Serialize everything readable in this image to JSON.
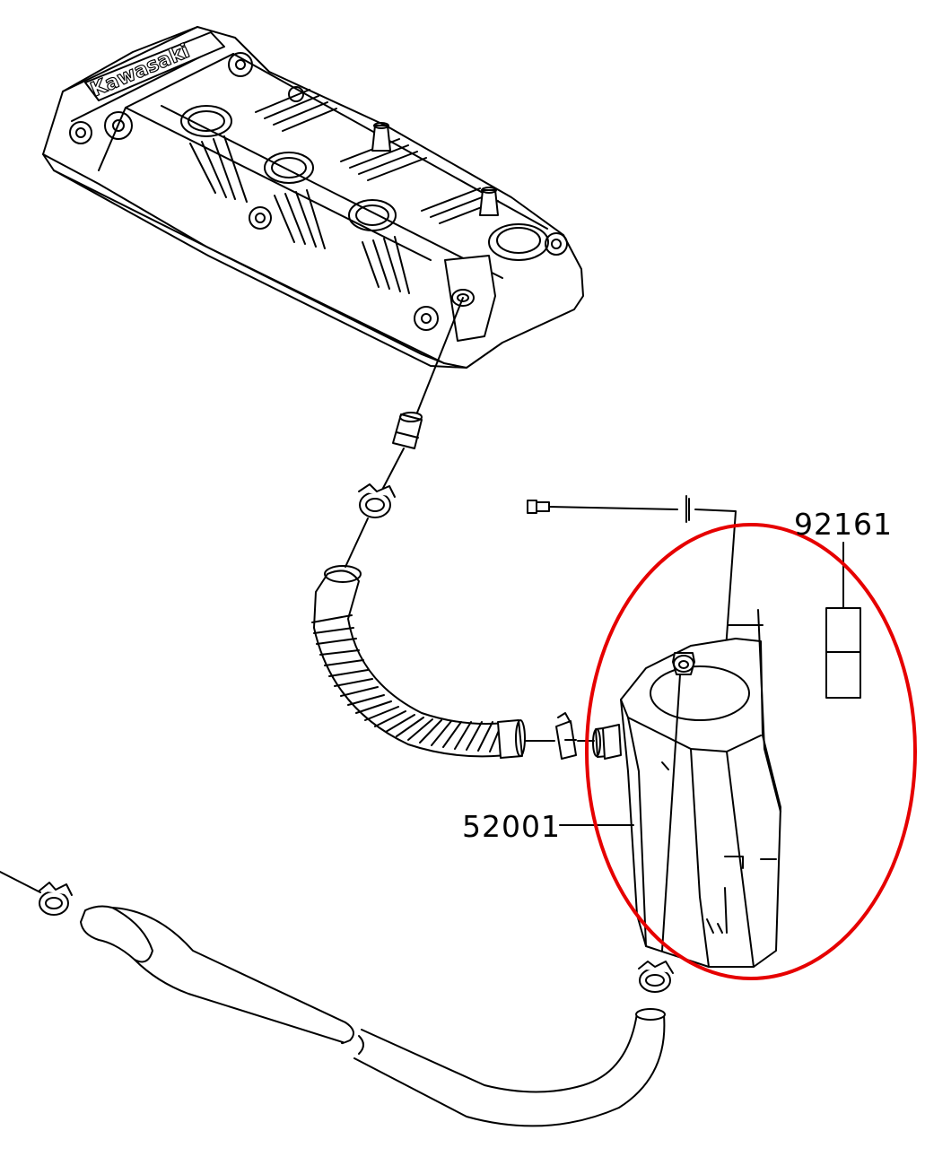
{
  "parts": [
    {
      "number": "92161"
    },
    {
      "number": "52001"
    }
  ],
  "cover_brand": "Kawasaki",
  "highlight_color": "#e60000",
  "line_color": "#000000"
}
